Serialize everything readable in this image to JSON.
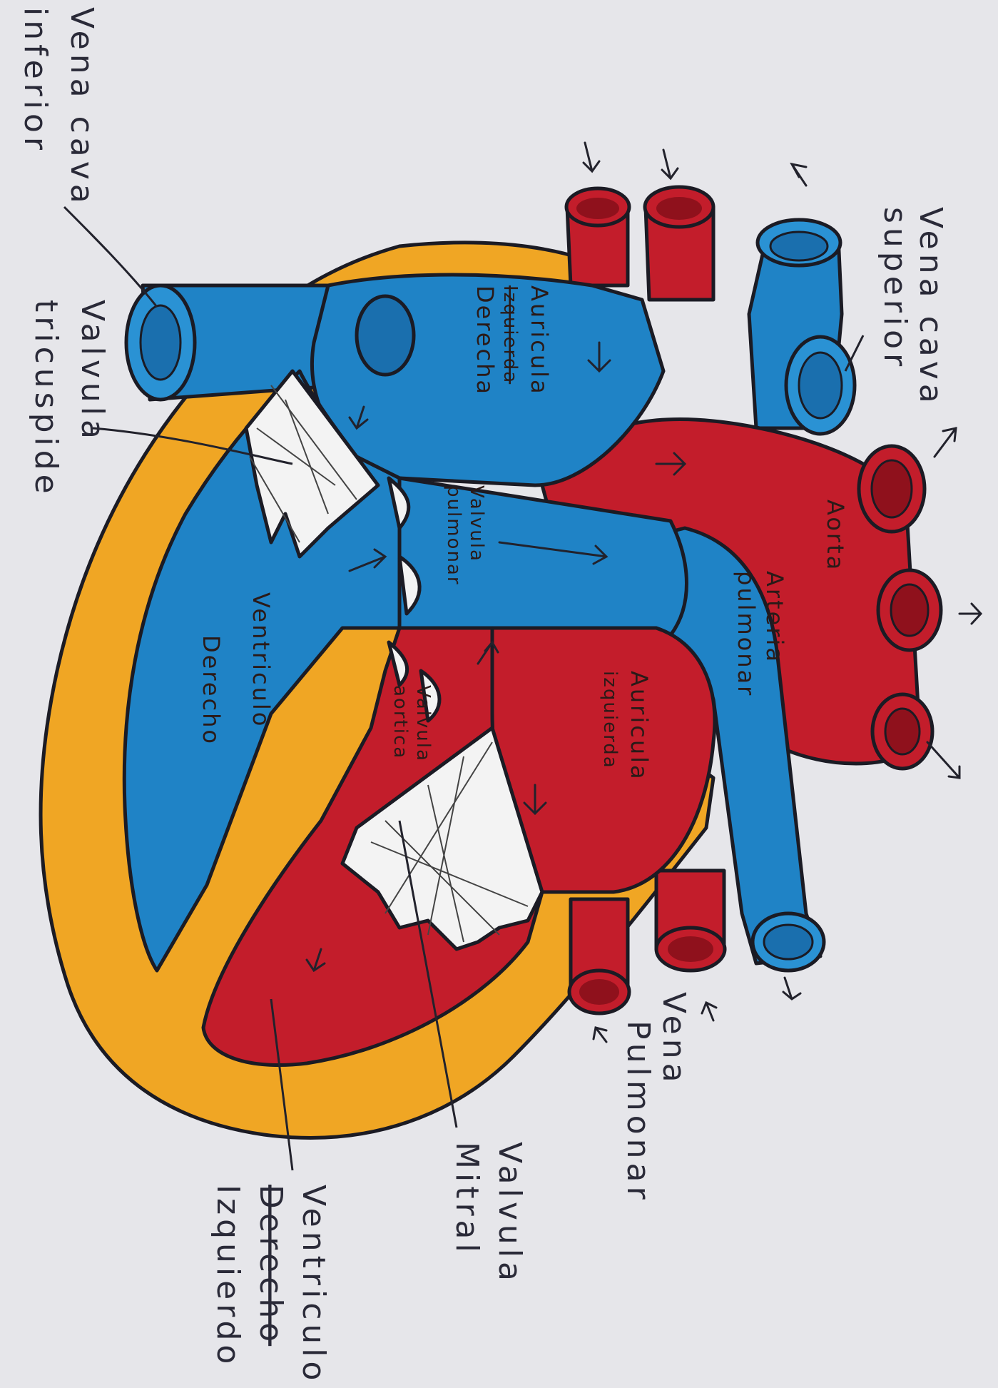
{
  "colors": {
    "paper": "#e6e6ea",
    "vein_blue": "#1f83c6",
    "artery_red": "#c31d2b",
    "pericardium_orange": "#f0a624",
    "valve_white": "#f3f3f3",
    "ink": "#1b1b24"
  },
  "labels": {
    "vena_cava_inferior": [
      "Vena cava",
      "inferior"
    ],
    "vena_cava_superior": [
      "Vena cava",
      "superior"
    ],
    "valvula_tricuspide": [
      "Valvula",
      "tricuspide"
    ],
    "auricula_derecha": [
      "Auricula",
      "Izquierda",
      "Derecha"
    ],
    "valvula_pulmonar": [
      "Valvula",
      "pulmonar"
    ],
    "aorta": "Aorta",
    "arteria_pulmonar": [
      "Arteria",
      "pulmonar"
    ],
    "ventriculo_derecho": [
      "Ventriculo",
      "Derecho"
    ],
    "auricula_izquierda": [
      "Auricula",
      "izquierda"
    ],
    "valvula_aortica": [
      "Valvula",
      "aortica"
    ],
    "vena_pulmonar": [
      "Vena",
      "Pulmonar"
    ],
    "valvula_mitral": [
      "Valvula",
      "Mitral"
    ],
    "ventriculo_izquierdo": [
      "Ventriculo",
      "Derecho",
      "Izquierdo"
    ]
  }
}
